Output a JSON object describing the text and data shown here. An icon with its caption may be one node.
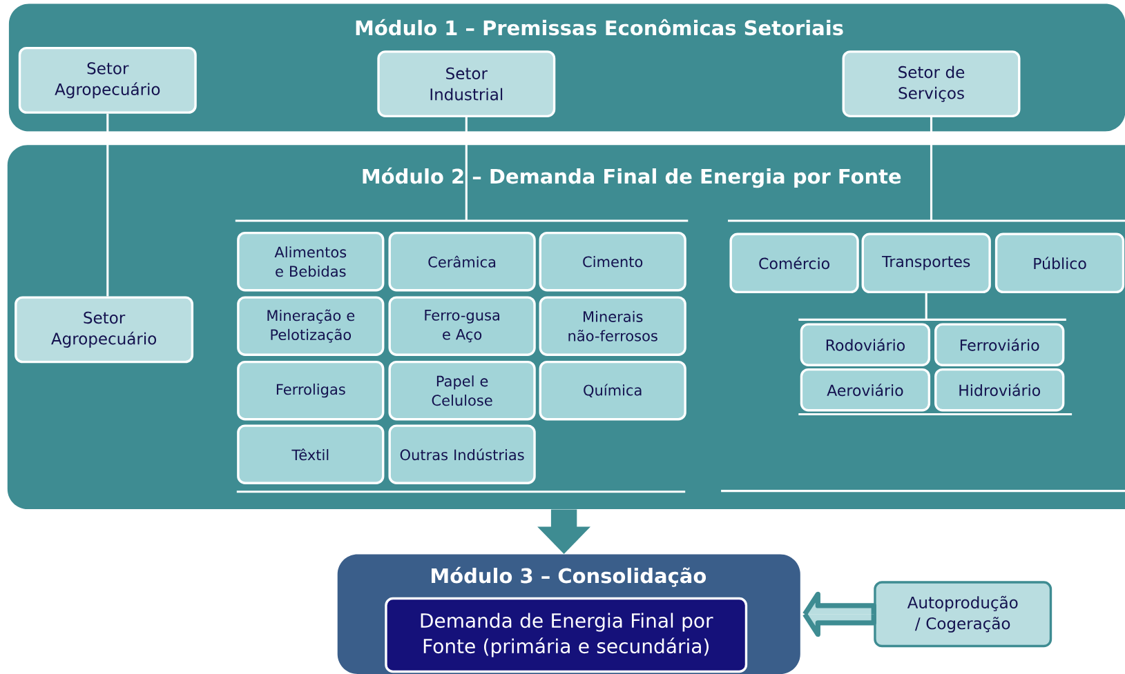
{
  "diagram": {
    "nodes": [
      {
        "text": [
          "Módulo 1 – Premissas Econômicas Setoriais"
        ]
      },
      {
        "text": [
          "Setor Agropecuário"
        ],
        "in": 0
      },
      {
        "text": [
          "Setor Industrial"
        ],
        "in": 0
      },
      {
        "text": [
          "Setor de Serviços"
        ],
        "in": 0
      },
      {
        "text": [
          "Módulo 2 – Demanda Final de Energia por Fonte"
        ]
      },
      {
        "text": [
          "Setor Agropecuário"
        ],
        "in": 4
      },
      {
        "text": [
          "Alimentos e Bebidas"
        ],
        "in": 4
      },
      {
        "text": [
          "Cerâmica"
        ],
        "in": 4
      },
      {
        "text": [
          "Cimento"
        ],
        "in": 4
      },
      {
        "text": [
          "Mineração e Pelotização"
        ],
        "in": 4
      },
      {
        "text": [
          "Ferro-gusa e Aço"
        ],
        "in": 4
      },
      {
        "text": [
          "Minerais não-ferrosos"
        ],
        "in": 4
      },
      {
        "text": [
          "Ferroligas"
        ],
        "in": 4
      },
      {
        "text": [
          "Papel e Celulose"
        ],
        "in": 4
      },
      {
        "text": [
          "Química"
        ],
        "in": 4
      },
      {
        "text": [
          "Têxtil"
        ],
        "in": 4
      },
      {
        "text": [
          "Outras Indústrias"
        ],
        "in": 4
      },
      {
        "text": [
          "Comércio"
        ],
        "in": 4
      },
      {
        "text": [
          "Transportes"
        ],
        "in": 4
      },
      {
        "text": [
          "Público"
        ],
        "in": 4
      },
      {
        "text": [
          "Rodoviário"
        ],
        "in": 4
      },
      {
        "text": [
          "Ferroviário"
        ],
        "in": 4
      },
      {
        "text": [
          "Aeroviário"
        ],
        "in": 4
      },
      {
        "text": [
          "Hidroviário"
        ],
        "in": 4
      },
      {
        "text": [
          "Módulo 3 – Consolidação"
        ]
      },
      {
        "text": [
          "Demanda de Energia Final por Fonte (primária e secundária)"
        ],
        "in": 24
      },
      {
        "text": [
          "Autoprodução / Cogeração"
        ]
      }
    ],
    "edges": [
      {
        "from": 1,
        "to": 5,
        "arrow": "none"
      },
      {
        "from": 2,
        "to": 6,
        "arrow": "none"
      },
      {
        "from": 2,
        "to": 7,
        "arrow": "none"
      },
      {
        "from": 2,
        "to": 8,
        "arrow": "none"
      },
      {
        "from": 3,
        "to": 17,
        "arrow": "none"
      },
      {
        "from": 3,
        "to": 18,
        "arrow": "none"
      },
      {
        "from": 3,
        "to": 19,
        "arrow": "none"
      },
      {
        "from": 18,
        "to": 20,
        "arrow": "none"
      },
      {
        "from": 18,
        "to": 21,
        "arrow": "none"
      },
      {
        "from": 4,
        "to": 24,
        "arrow": "to",
        "style": "thick",
        "color": "#3e8c92"
      },
      {
        "from": 26,
        "to": 24,
        "arrow": "to",
        "style": "thick",
        "color": "#3e8c92"
      }
    ]
  }
}
